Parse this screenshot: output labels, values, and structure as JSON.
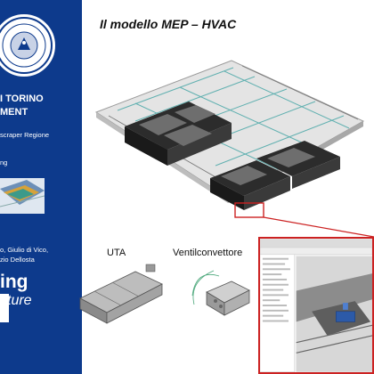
{
  "sidebar": {
    "university_line": "I TORINO",
    "department_line": "MENT",
    "project_line": "scraper Regione",
    "extra_line": "ng",
    "authors_line1": "o, Giulio di Vico,",
    "authors_line2": "zio Dellosta",
    "brand_word1": "ing",
    "brand_word2": "ture"
  },
  "title": "Il modello MEP – HVAC",
  "labels": {
    "uta": "UTA",
    "ventil": "Ventilconvettore"
  },
  "colors": {
    "sidebar": "#0d3a8c",
    "accent": "#cc2222"
  }
}
